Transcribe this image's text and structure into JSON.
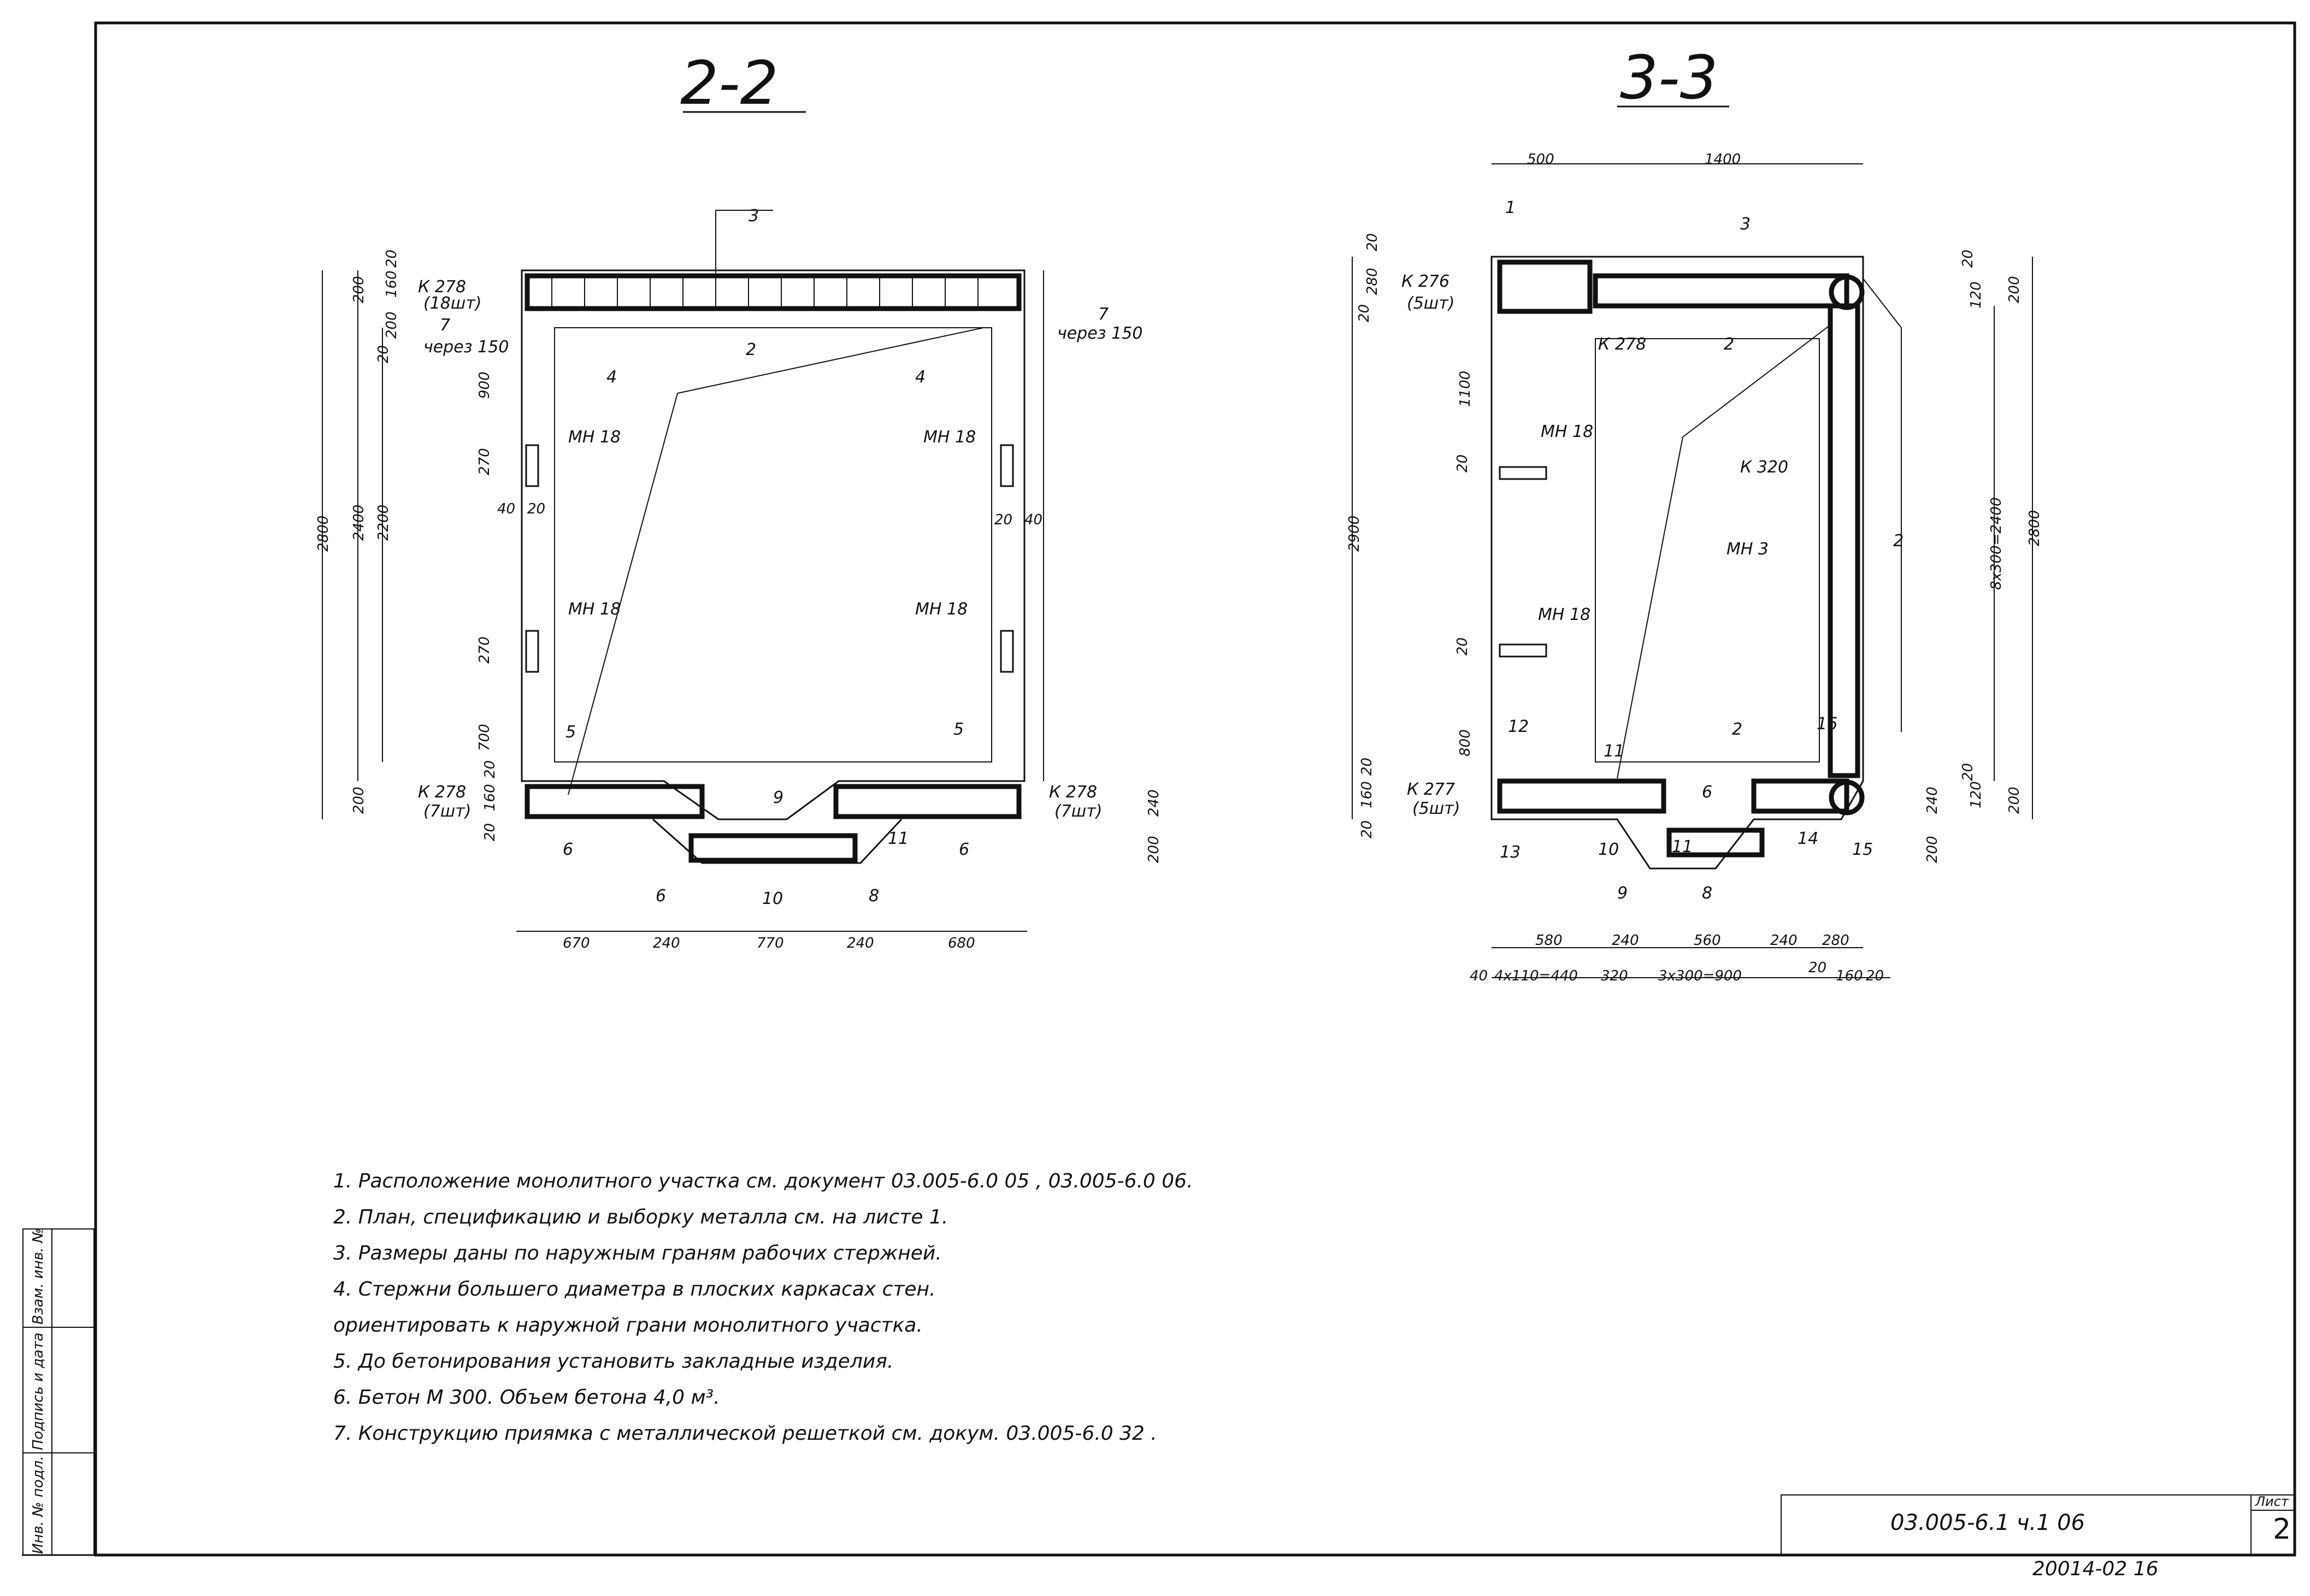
{
  "sections": {
    "s22": {
      "title": "2-2",
      "labels": {
        "top_mesh": "К 278",
        "top_mesh_qty": "(18шт)",
        "bottom_mesh": "К 278",
        "bottom_mesh_qty": "(7шт)",
        "right_bottom_mesh": "К 278",
        "right_bottom_mesh_qty": "(7шт)",
        "via_left": "через 150",
        "via_right": "через 150",
        "mn_tl": "МН 18",
        "mn_tr": "МН 18",
        "mn_bl": "МН 18",
        "mn_br": "МН 18",
        "p2": "2",
        "p3": "3",
        "p4l": "4",
        "p4r": "4",
        "p5l": "5",
        "p5r": "5",
        "p6a": "6",
        "p6b": "6",
        "p6c": "6",
        "p7l": "7",
        "p7r": "7",
        "p8": "8",
        "p9": "9",
        "p10": "10",
        "p11": "11"
      },
      "dims_bottom": [
        "670",
        "240",
        "770",
        "240",
        "680"
      ],
      "dims_left": [
        "2800",
        "2400",
        "2200",
        "200",
        "200"
      ],
      "dims_vert": [
        "20",
        "160",
        "200",
        "20",
        "900",
        "270",
        "270",
        "700",
        "20",
        "160",
        "20"
      ],
      "dims_misc": [
        "40",
        "20",
        "20",
        "40",
        "240",
        "200"
      ]
    },
    "s33": {
      "title": "3-3",
      "labels": {
        "top_mesh": "К 276",
        "top_mesh_qty": "(5шт)",
        "bottom_mesh": "К 277",
        "bottom_mesh_qty": "(5шт)",
        "k278": "К 278",
        "k320": "К 320",
        "mn3": "МН 3",
        "mn_top": "МН 18",
        "mn_bot": "МН 18",
        "p1": "1",
        "p2a": "2",
        "p2b": "2",
        "p2c": "2",
        "p3": "3",
        "p6": "6",
        "p8": "8",
        "p9": "9",
        "p10": "10",
        "p11a": "11",
        "p11b": "11",
        "p12": "12",
        "p13": "13",
        "p14": "14",
        "p15": "15",
        "p16": "16"
      },
      "dims_top": [
        "500",
        "1400"
      ],
      "dims_bottom1": [
        "580",
        "240",
        "560",
        "240",
        "280"
      ],
      "dims_bottom2": [
        "40",
        "4х110=440",
        "320",
        "3х300=900",
        "20",
        "160",
        "20"
      ],
      "dims_right": [
        "8х300=2400",
        "2800",
        "200",
        "200",
        "240",
        "200"
      ],
      "dims_left": [
        "2900",
        "20",
        "280",
        "20",
        "1100",
        "800",
        "20",
        "160",
        "20"
      ],
      "dims_misc": [
        "20",
        "120",
        "120",
        "20",
        "20",
        "20"
      ]
    }
  },
  "notes": [
    "1. Расположение   монолитного   участка   см.   документ  03.005-6.0  05 ,  03.005-6.0  06.",
    "2. План,               спецификацию  и  выборку  металла  см.  на  листе  1.",
    "3. Размеры  даны   по  наружным  граням  рабочих  стержней.",
    "4. Стержни  большего  диаметра  в  плоских  каркасах  стен.",
    "    ориентировать  к  наружной  грани  монолитного  участка.",
    "5. До  бетонирования  установить  закладные  изделия.",
    "6. Бетон   М 300.   Объем  бетона  4,0 м³.",
    "7. Конструкцию  приямка  с  металлической  решеткой  см.  докум.  03.005-6.0  32 ."
  ],
  "stamp": {
    "code": "03.005-6.1 ч.1   06",
    "sheet_label": "Лист",
    "sheet_no": "2",
    "archive_no": "20014-02  16"
  },
  "side_stamp": [
    "Инв. № подл.",
    "Подпись и дата",
    "Взам. инв. №"
  ]
}
